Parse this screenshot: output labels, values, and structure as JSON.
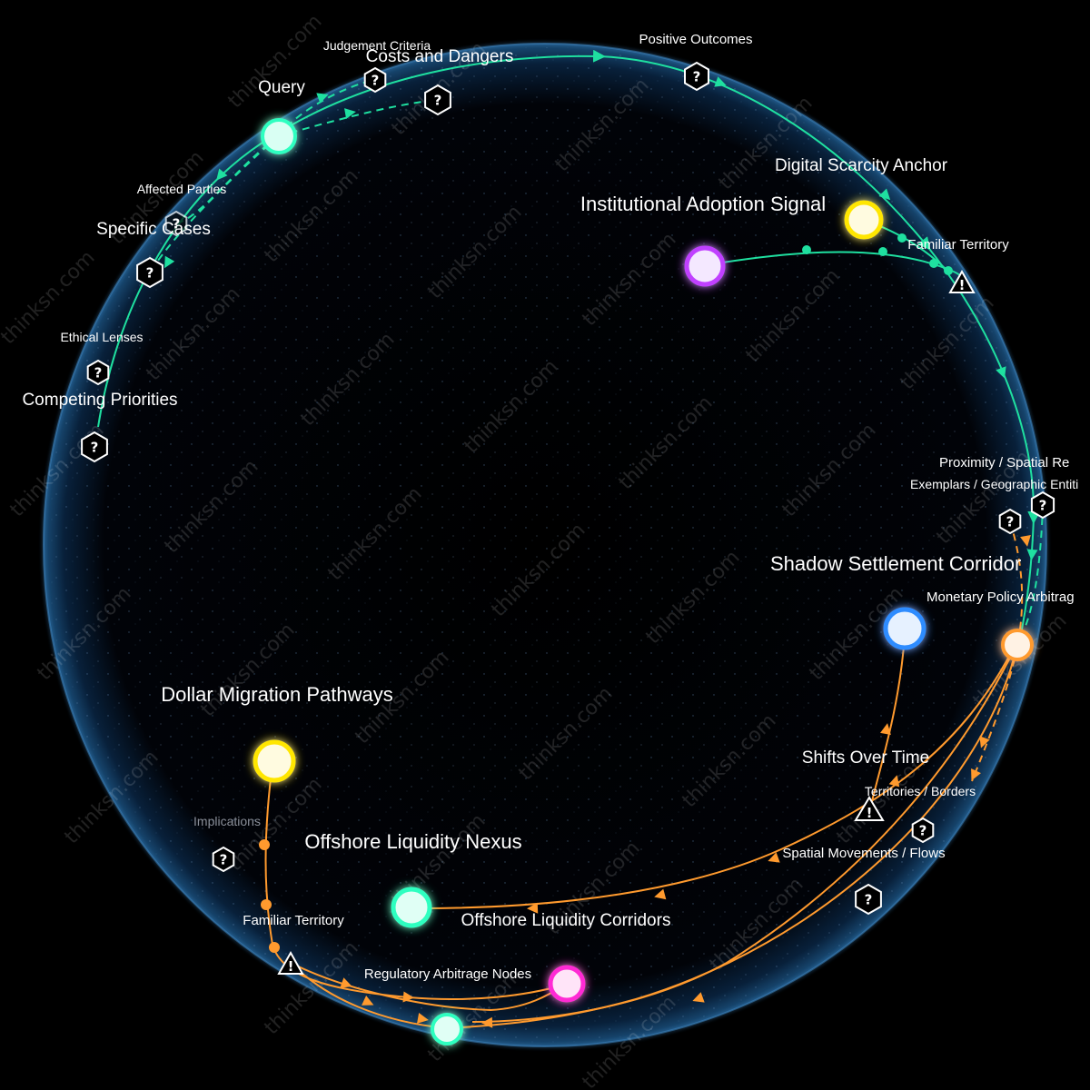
{
  "colors": {
    "background": "#000000",
    "globe_rim": "#2b6a9c",
    "path_green": "#1fe0a0",
    "path_orange": "#ff9a2e",
    "node_green": "#2dffc0",
    "node_yellow": "#ffe600",
    "node_purple": "#c040ff",
    "node_blue": "#2f8cff",
    "node_orange": "#ff9a2e",
    "node_magenta": "#ff2ad4"
  },
  "watermark": "thinksn.com",
  "nodes": {
    "query": "Query",
    "institutional_adoption_signal": "Institutional Adoption Signal",
    "digital_scarcity_anchor": "Digital Scarcity Anchor",
    "shadow_settlement_corridor": "Shadow Settlement Corridor",
    "dollar_migration_pathways": "Dollar Migration Pathways",
    "offshore_liquidity_nexus": "Offshore Liquidity Nexus",
    "offshore_liquidity_corridors": "Offshore Liquidity Corridors",
    "regulatory_arbitrage_nodes": "Regulatory Arbitrage Nodes",
    "monetary_policy_arbitrage": "Monetary Policy Arbitrag"
  },
  "labels": {
    "judgement_criteria": "Judgement Criteria",
    "costs_and_dangers": "Costs and Dangers",
    "positive_outcomes": "Positive Outcomes",
    "affected_parties": "Affected Parties",
    "specific_cases": "Specific Cases",
    "ethical_lenses": "Ethical Lenses",
    "competing_priorities": "Competing Priorities",
    "familiar_territory_top": "Familiar Territory",
    "proximity_spatial": "Proximity / Spatial Re",
    "exemplars_geographic": "Exemplars / Geographic Entiti",
    "shifts_over_time": "Shifts Over Time",
    "territories_borders": "Territories / Borders",
    "spatial_movements_flows": "Spatial Movements / Flows",
    "implications": "Implications",
    "familiar_territory_bottom": "Familiar Territory"
  },
  "icons": {
    "hex": "?",
    "warning": "!"
  }
}
